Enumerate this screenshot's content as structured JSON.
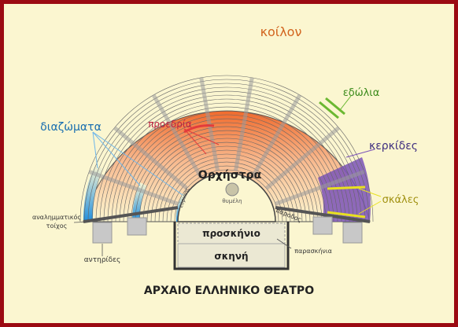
{
  "title": "ΑΡΧΑΙΟ ΕΛΛΗΝΙΚΟ ΘΕΑΤΡΟ",
  "labels": {
    "koilon": "κοίλον",
    "edolia": "εδώλια",
    "kerkides": "κερκίδες",
    "skales": "σκάλες",
    "diazomata": "διαζώματα",
    "proedria": "προεδρία",
    "orchistra": "Ορχήστρα",
    "thymeli": "θυμέλη",
    "eurippos": "εύριπος",
    "parodos": "πάροδος",
    "analimmatikos_1": "αναλημματικός",
    "analimmatikos_2": "τοίχος",
    "antirides": "αντηρίδες",
    "proskinio": "προσκήνιο",
    "skini": "σκηνή",
    "paraskinia": "παρασκήνια"
  },
  "colors": {
    "frame": "#9b0a12",
    "background": "#fbf6d0",
    "koilon_orange": "#f07a3a",
    "diazomata_blue": "#2f9de0",
    "kerkides_purple": "#7a52b8",
    "edolia_green": "#6bb832",
    "skales_yellow": "#e8e020",
    "proedria_red": "#e33c3c"
  }
}
